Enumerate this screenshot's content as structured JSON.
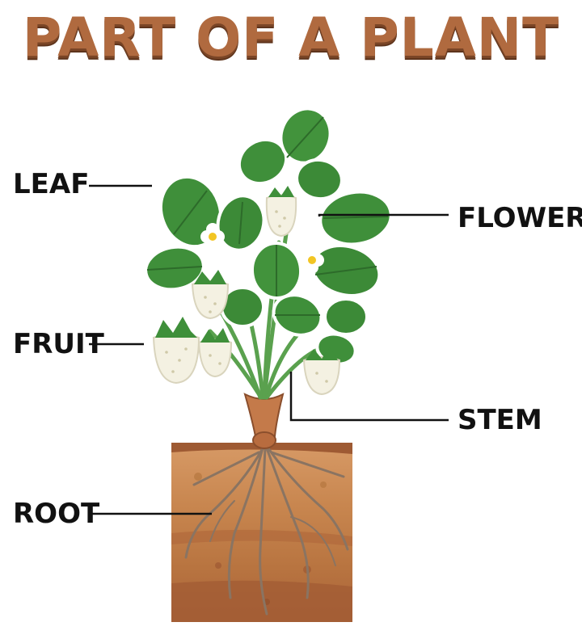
{
  "title": "PART OF A PLANT",
  "labels": {
    "leaf": "LEAF",
    "flower": "FLOWER",
    "fruit": "FRUIT",
    "stem": "STEM",
    "root": "ROOT"
  },
  "colors": {
    "title": "#b06a3f",
    "leaf": "#3f8f3a",
    "leaf_dark": "#2d6b2a",
    "soil_top": "#c98a5a",
    "soil_bottom": "#b5703f",
    "fruit": "#f4f1e2",
    "line": "#111111"
  }
}
